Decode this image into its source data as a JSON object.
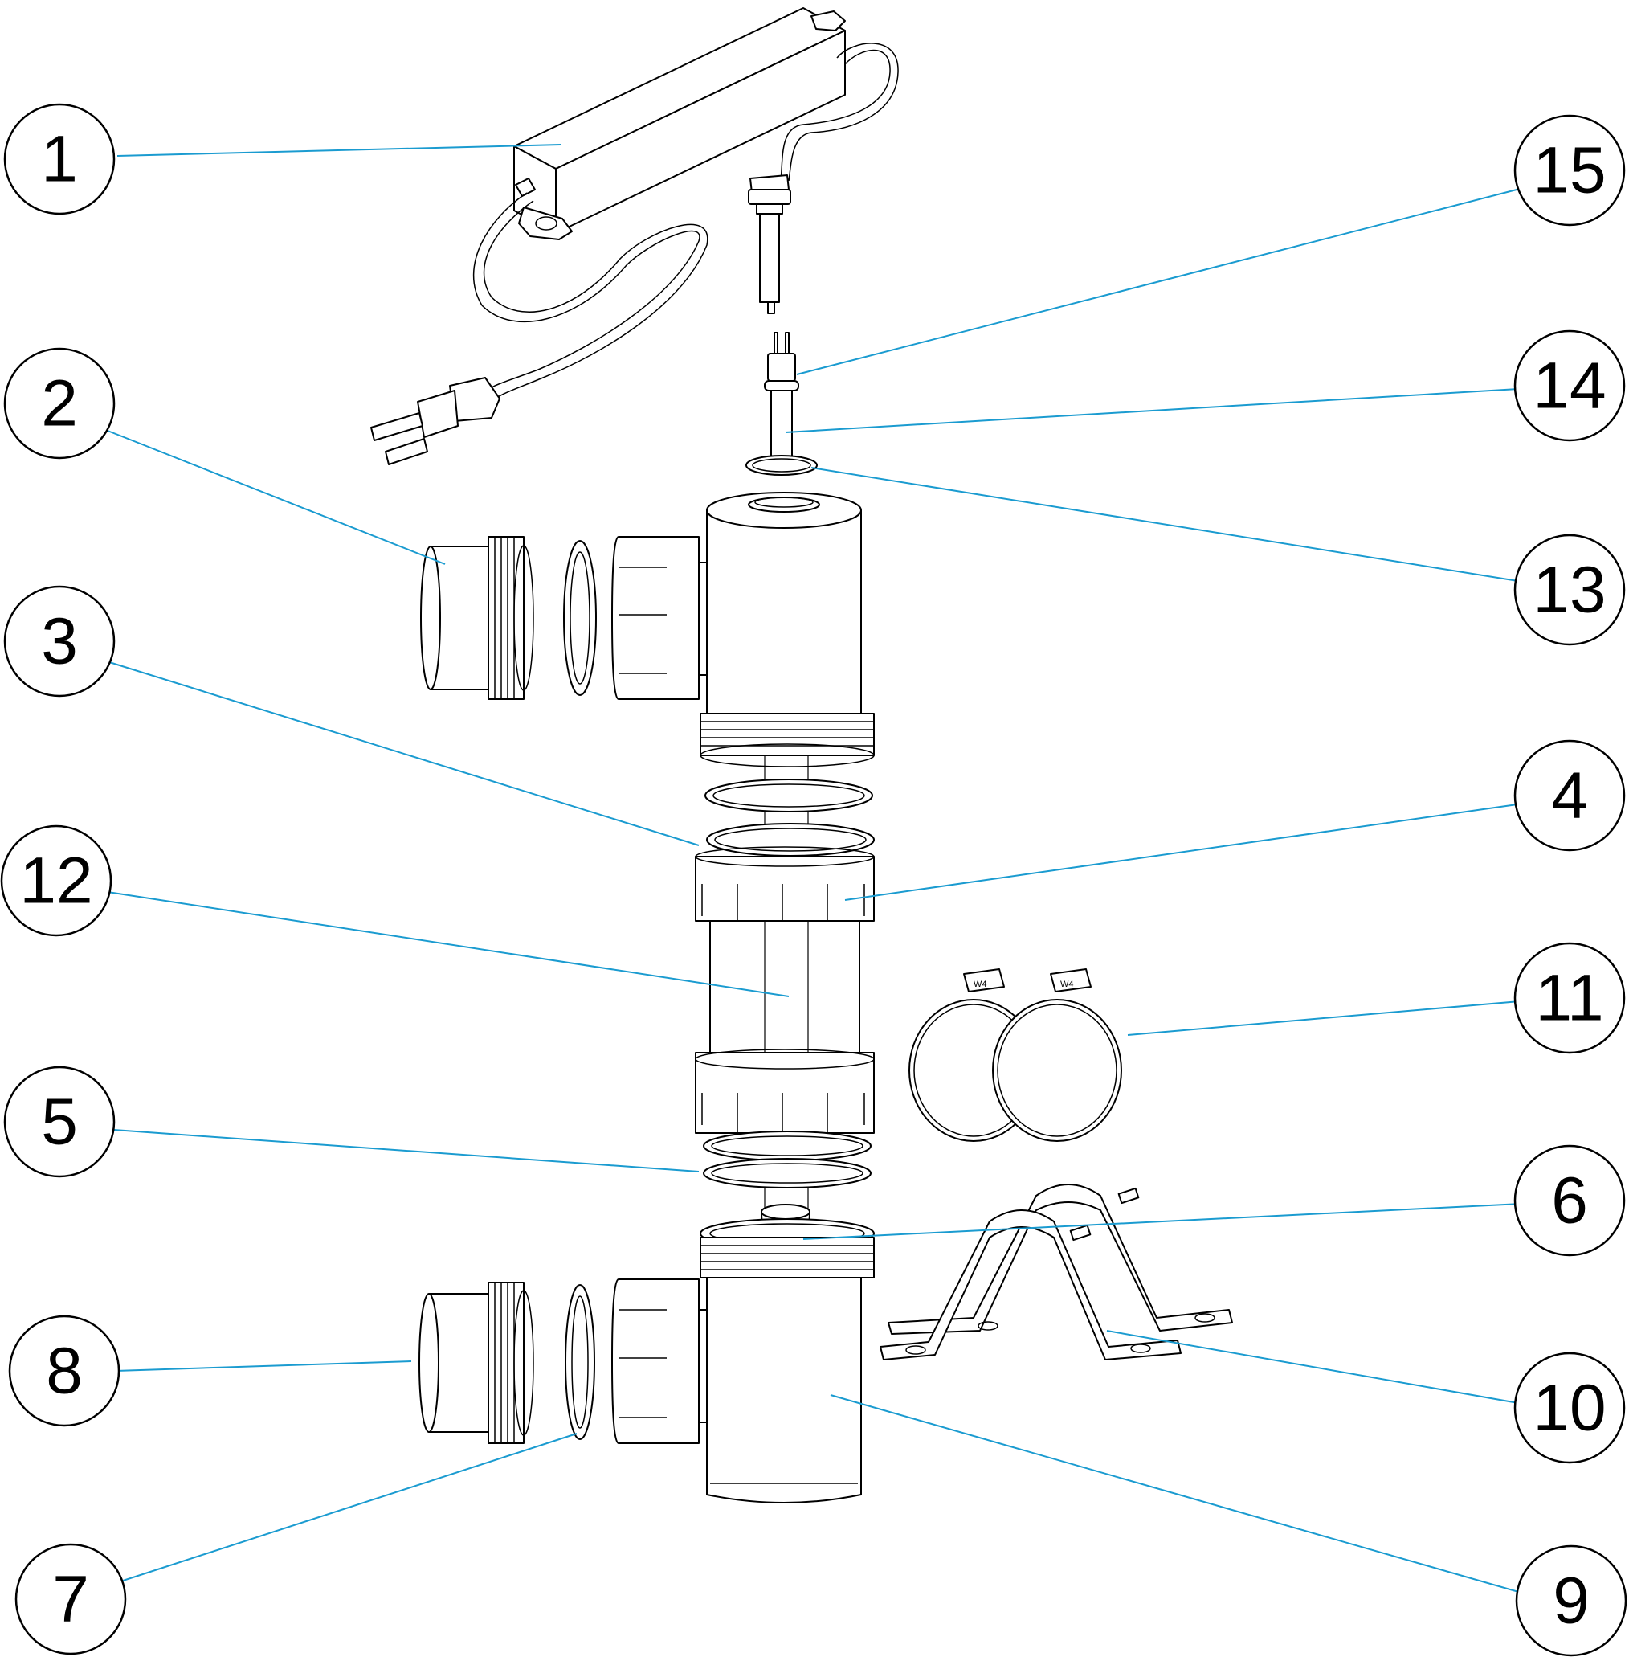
{
  "diagram": {
    "type": "exploded-parts-diagram",
    "part_numbers": [
      "1",
      "2",
      "3",
      "4",
      "5",
      "6",
      "7",
      "8",
      "9",
      "10",
      "11",
      "12",
      "13",
      "14",
      "15"
    ],
    "clamp_marking": "W4",
    "colors": {
      "leader_line": "#1a9bd0",
      "outline": "#000000",
      "background": "#ffffff"
    }
  }
}
